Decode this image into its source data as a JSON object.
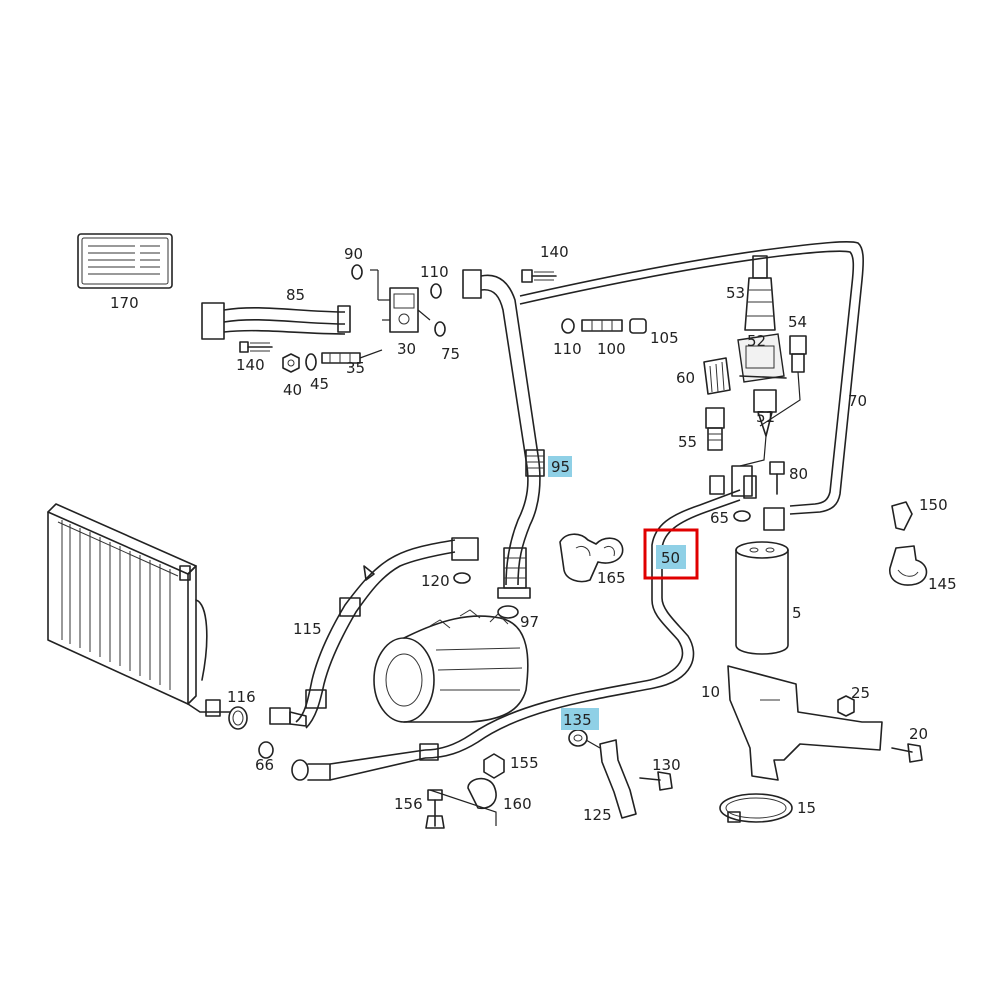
{
  "labels": {
    "l170": "170",
    "l85": "85",
    "l90": "90",
    "l140a": "140",
    "l40": "40",
    "l45": "45",
    "l35": "35",
    "l30": "30",
    "l110a": "110",
    "l75": "75",
    "l140b": "140",
    "l110b": "110",
    "l100": "100",
    "l105": "105",
    "l53": "53",
    "l52": "52",
    "l54": "54",
    "l60": "60",
    "l51": "51",
    "l55": "55",
    "l70": "70",
    "l80": "80",
    "l65": "65",
    "l95": "95",
    "l50": "50",
    "l165": "165",
    "l5": "5",
    "l150": "150",
    "l145": "145",
    "l120": "120",
    "l115": "115",
    "l97": "97",
    "l116": "116",
    "l66": "66",
    "l135": "135",
    "l155": "155",
    "l130": "130",
    "l156": "156",
    "l160": "160",
    "l125": "125",
    "l10": "10",
    "l25": "25",
    "l20": "20",
    "l15": "15"
  },
  "highlighted_labels": [
    "95",
    "50",
    "135"
  ],
  "selected_label": "50",
  "colors": {
    "line": "#222222",
    "highlight": "#8fd0e6",
    "selection": "#e00000"
  }
}
